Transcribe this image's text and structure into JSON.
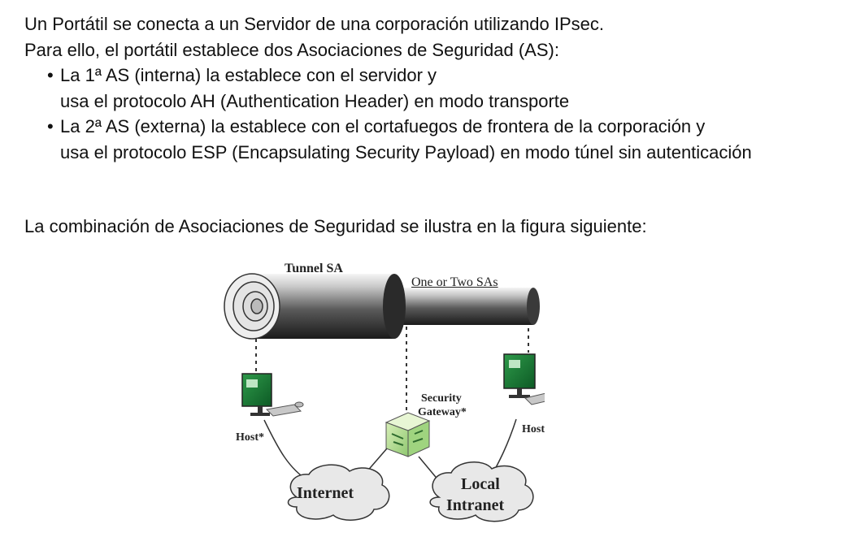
{
  "intro": {
    "line1": "Un Portátil se conecta a un Servidor de una corporación utilizando IPsec.",
    "line2": "Para ello, el portátil establece dos Asociaciones de Seguridad (AS):"
  },
  "bullets": [
    {
      "marker": "•",
      "text": "La 1ª AS (interna) la establece con el servidor y",
      "cont": "usa el protocolo AH (Authentication Header) en modo transporte"
    },
    {
      "marker": "•",
      "text": "La 2ª AS (externa) la establece con el cortafuegos de frontera de la corporación y",
      "cont": "usa el protocolo ESP (Encapsulating Security Payload) en modo túnel sin autenticación"
    }
  ],
  "caption": "La combinación de Asociaciones de Seguridad se ilustra en la figura siguiente:",
  "figure": {
    "tunnel_label": "Tunnel SA",
    "sas_label": "One or Two SAs",
    "host_left": "Host*",
    "gateway_line1": "Security",
    "gateway_line2": "Gateway*",
    "host_right": "Host*",
    "internet": "Internet",
    "intranet_line1": "Local",
    "intranet_line2": "Intranet"
  }
}
